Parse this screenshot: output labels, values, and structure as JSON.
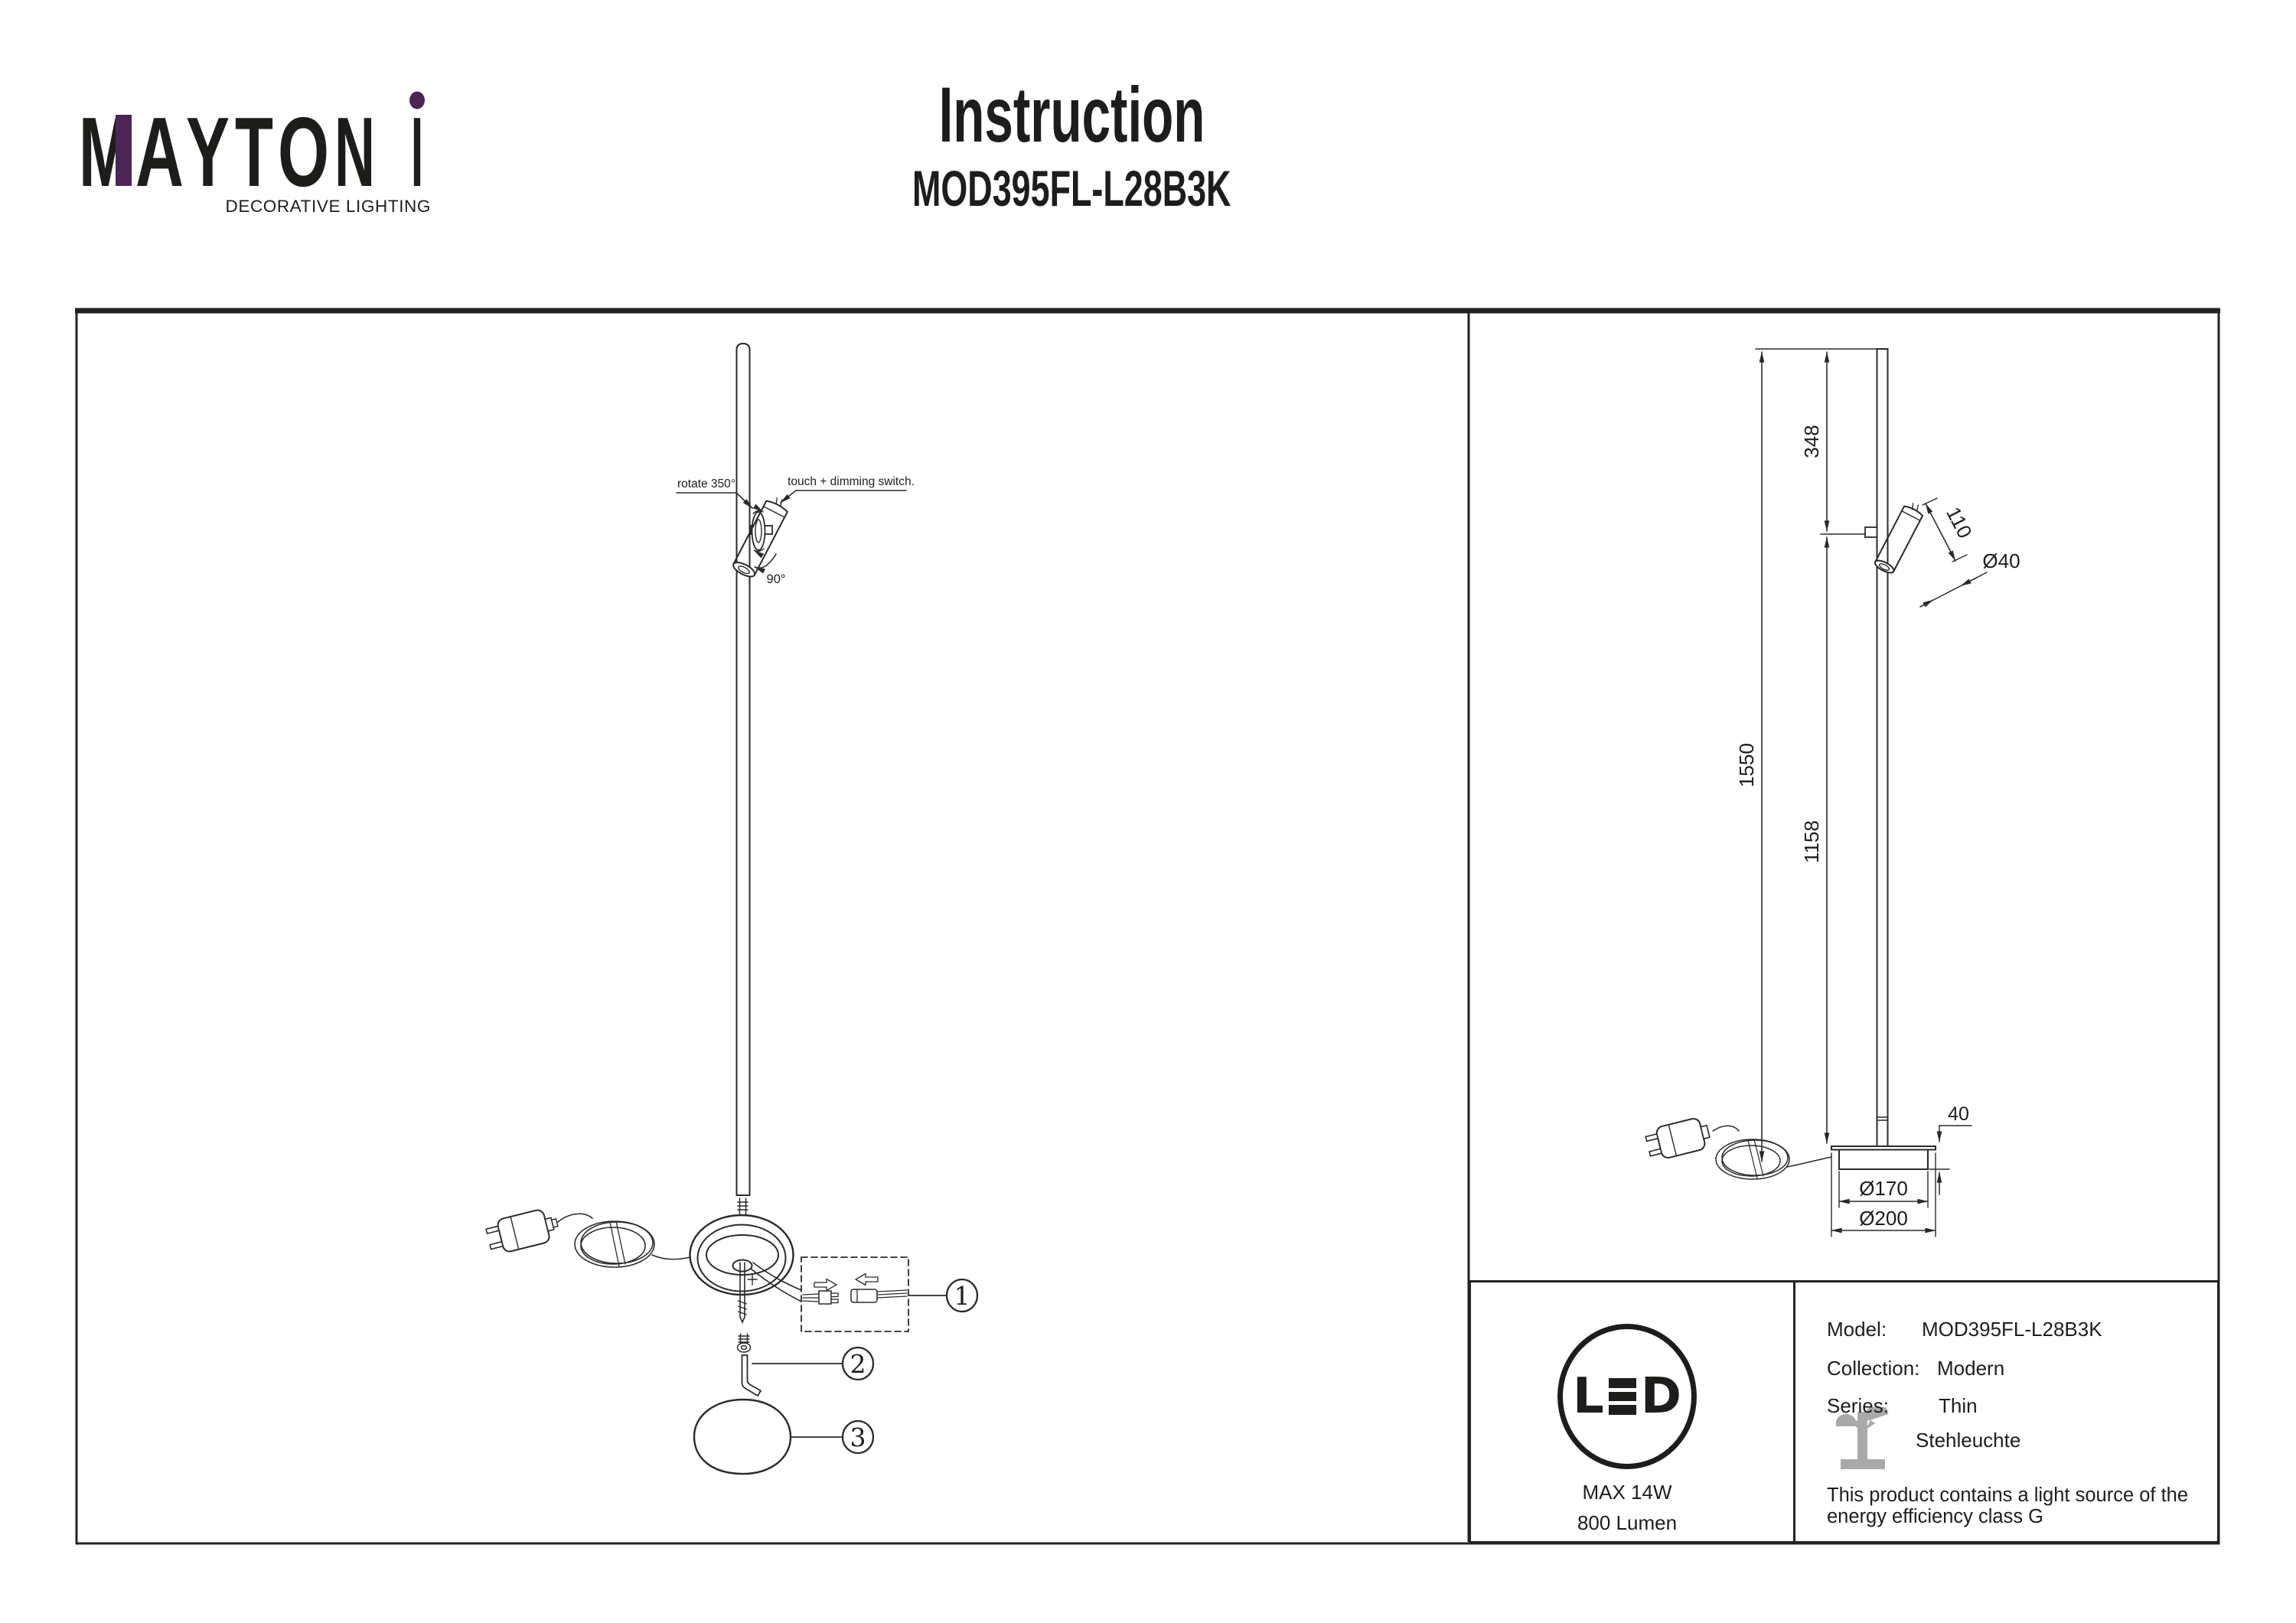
{
  "header": {
    "brand": "MAYTONI",
    "brand_letters": [
      "M",
      "A",
      "Y",
      "T",
      "O",
      "N",
      "I"
    ],
    "tagline": "DECORATIVE LIGHTING",
    "title": "Instruction",
    "model": "MOD395FL-L28B3K"
  },
  "colors": {
    "brand_purple": "#4e2557",
    "drawing_line": "#2a2a2a",
    "watermark_gray": "#a9a9a9"
  },
  "left_diagram": {
    "rotate_label": "rotate 350°",
    "switch_label": "touch + dimming switch.",
    "swivel_label": "90°",
    "callout_1": "1",
    "callout_2": "2",
    "callout_3": "3"
  },
  "right_diagram": {
    "dim_upper_pole": "348",
    "dim_head_length": "110",
    "dim_head_diameter": "Ø40",
    "dim_total_height": "1550",
    "dim_lower_pole": "1158",
    "dim_base_height": "40",
    "dim_base_body_diameter": "Ø170",
    "dim_base_plate_diameter": "Ø200"
  },
  "info": {
    "led_letter_l": "L",
    "led_letter_d": "D",
    "max_power": "MAX 14W",
    "luminous_flux": "800 Lumen",
    "model_label": "Model:",
    "model_value": "MOD395FL-L28B3K",
    "collection_label": "Collection:",
    "collection_value": "Modern",
    "series_label": "Series:",
    "series_value": "Thin",
    "series_value_de": "Stehleuchte",
    "note_line1": "This product contains a light source of the",
    "note_line2": "energy efficiency class G"
  }
}
